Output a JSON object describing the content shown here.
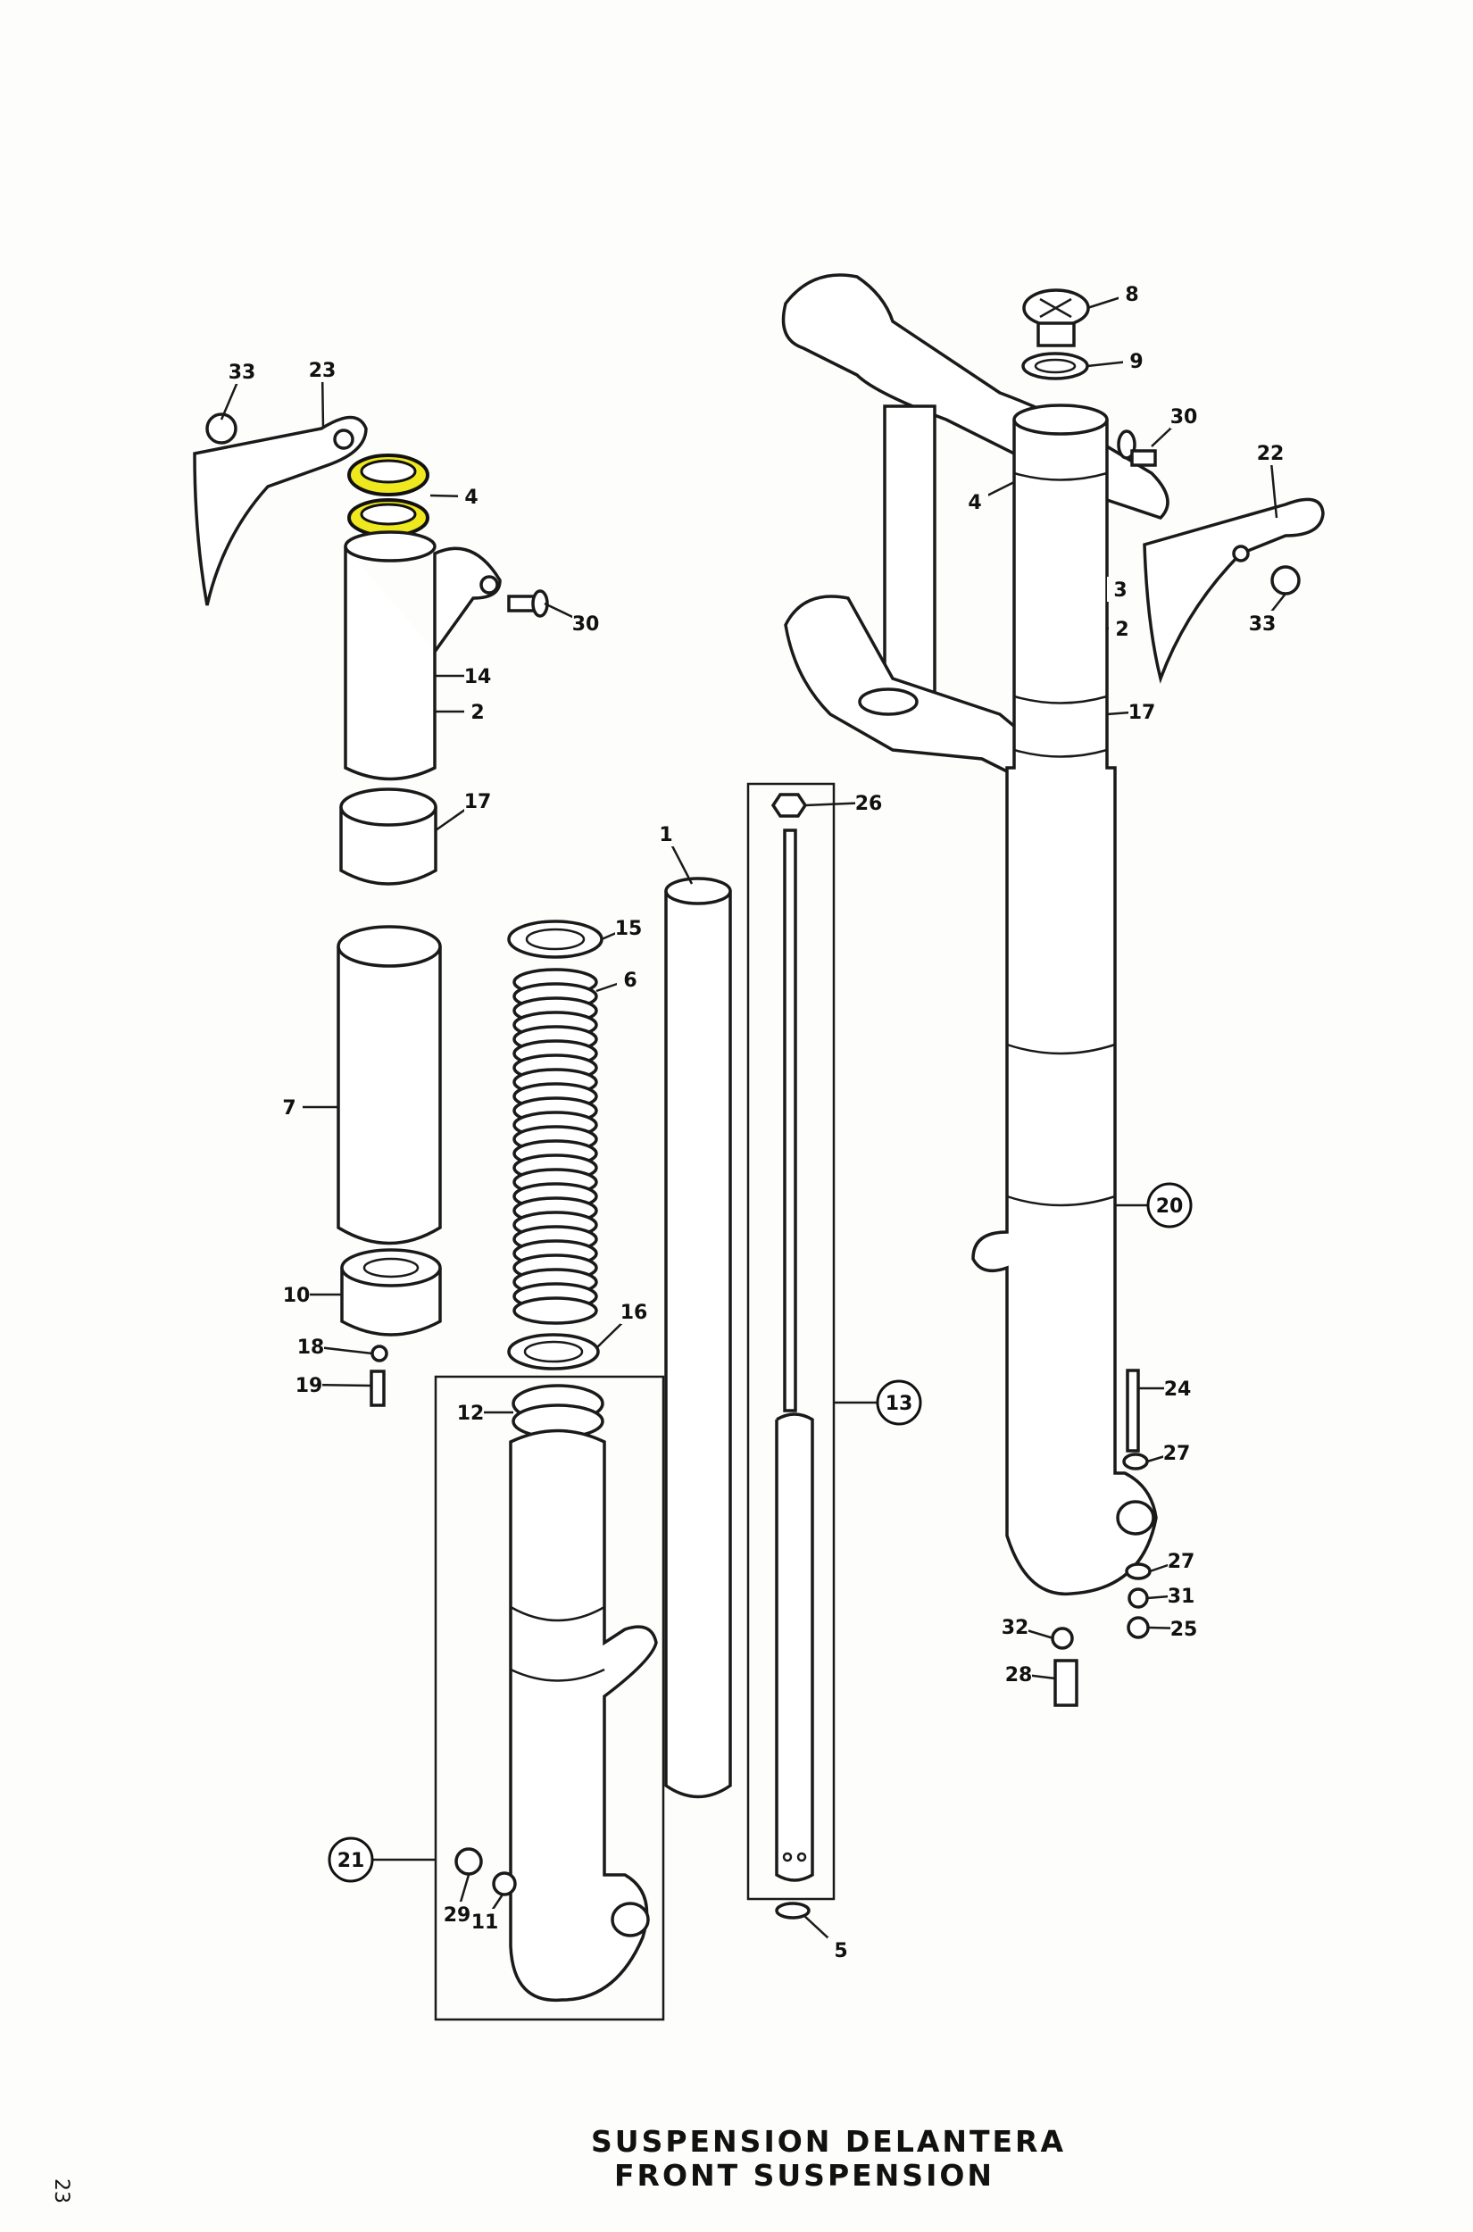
{
  "title": {
    "line1": "SUSPENSION DELANTERA",
    "line2": "FRONT SUSPENSION"
  },
  "page_number": "23",
  "highlight_color": "#efe81e",
  "highlighted_part": "4",
  "callouts": [
    {
      "id": "33",
      "circled": false
    },
    {
      "id": "23",
      "circled": false
    },
    {
      "id": "4",
      "circled": false
    },
    {
      "id": "30",
      "circled": false
    },
    {
      "id": "14",
      "circled": false
    },
    {
      "id": "2",
      "circled": false
    },
    {
      "id": "17",
      "circled": false
    },
    {
      "id": "1",
      "circled": false
    },
    {
      "id": "26",
      "circled": false
    },
    {
      "id": "15",
      "circled": false
    },
    {
      "id": "6",
      "circled": false
    },
    {
      "id": "7",
      "circled": false
    },
    {
      "id": "10",
      "circled": false
    },
    {
      "id": "16",
      "circled": false
    },
    {
      "id": "18",
      "circled": false
    },
    {
      "id": "19",
      "circled": false
    },
    {
      "id": "12",
      "circled": false
    },
    {
      "id": "13",
      "circled": true
    },
    {
      "id": "21",
      "circled": true
    },
    {
      "id": "29",
      "circled": false
    },
    {
      "id": "11",
      "circled": false
    },
    {
      "id": "5",
      "circled": false
    },
    {
      "id": "8",
      "circled": false
    },
    {
      "id": "9",
      "circled": false
    },
    {
      "id": "30",
      "circled": false
    },
    {
      "id": "22",
      "circled": false
    },
    {
      "id": "4",
      "circled": false
    },
    {
      "id": "3",
      "circled": false
    },
    {
      "id": "2",
      "circled": false
    },
    {
      "id": "33",
      "circled": false
    },
    {
      "id": "17",
      "circled": false
    },
    {
      "id": "20",
      "circled": true
    },
    {
      "id": "24",
      "circled": false
    },
    {
      "id": "27",
      "circled": false
    },
    {
      "id": "27",
      "circled": false
    },
    {
      "id": "31",
      "circled": false
    },
    {
      "id": "25",
      "circled": false
    },
    {
      "id": "32",
      "circled": false
    },
    {
      "id": "28",
      "circled": false
    }
  ]
}
